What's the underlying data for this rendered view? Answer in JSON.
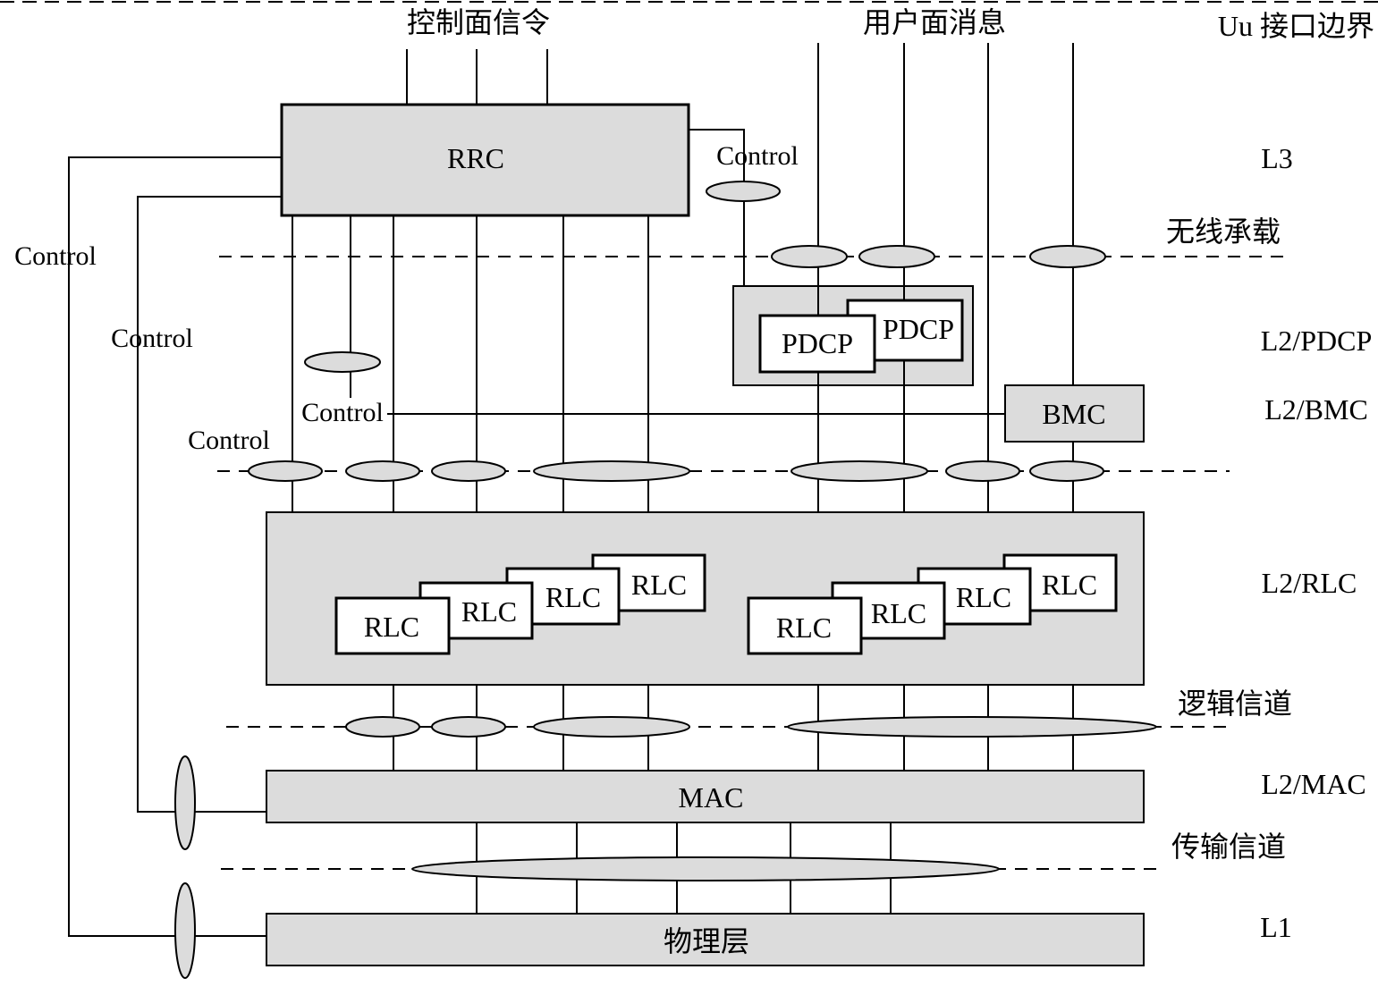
{
  "top": {
    "control_plane": "控制面信令",
    "user_plane": "用户面消息",
    "boundary": "Uu 接口边界"
  },
  "layers": {
    "l3": "L3",
    "radio_bearer": "无线承载",
    "l2_pdcp": "L2/PDCP",
    "l2_bmc": "L2/BMC",
    "l2_rlc": "L2/RLC",
    "logical_channel": "逻辑信道",
    "l2_mac": "L2/MAC",
    "transport_channel": "传输信道",
    "l1": "L1"
  },
  "blocks": {
    "rrc": "RRC",
    "pdcp": "PDCP",
    "bmc": "BMC",
    "rlc": "RLC",
    "mac": "MAC",
    "phy": "物理层"
  },
  "control_label": "Control",
  "colors": {
    "fill_gray": "#dcdcdc",
    "stroke": "#000000",
    "background": "#ffffff"
  }
}
